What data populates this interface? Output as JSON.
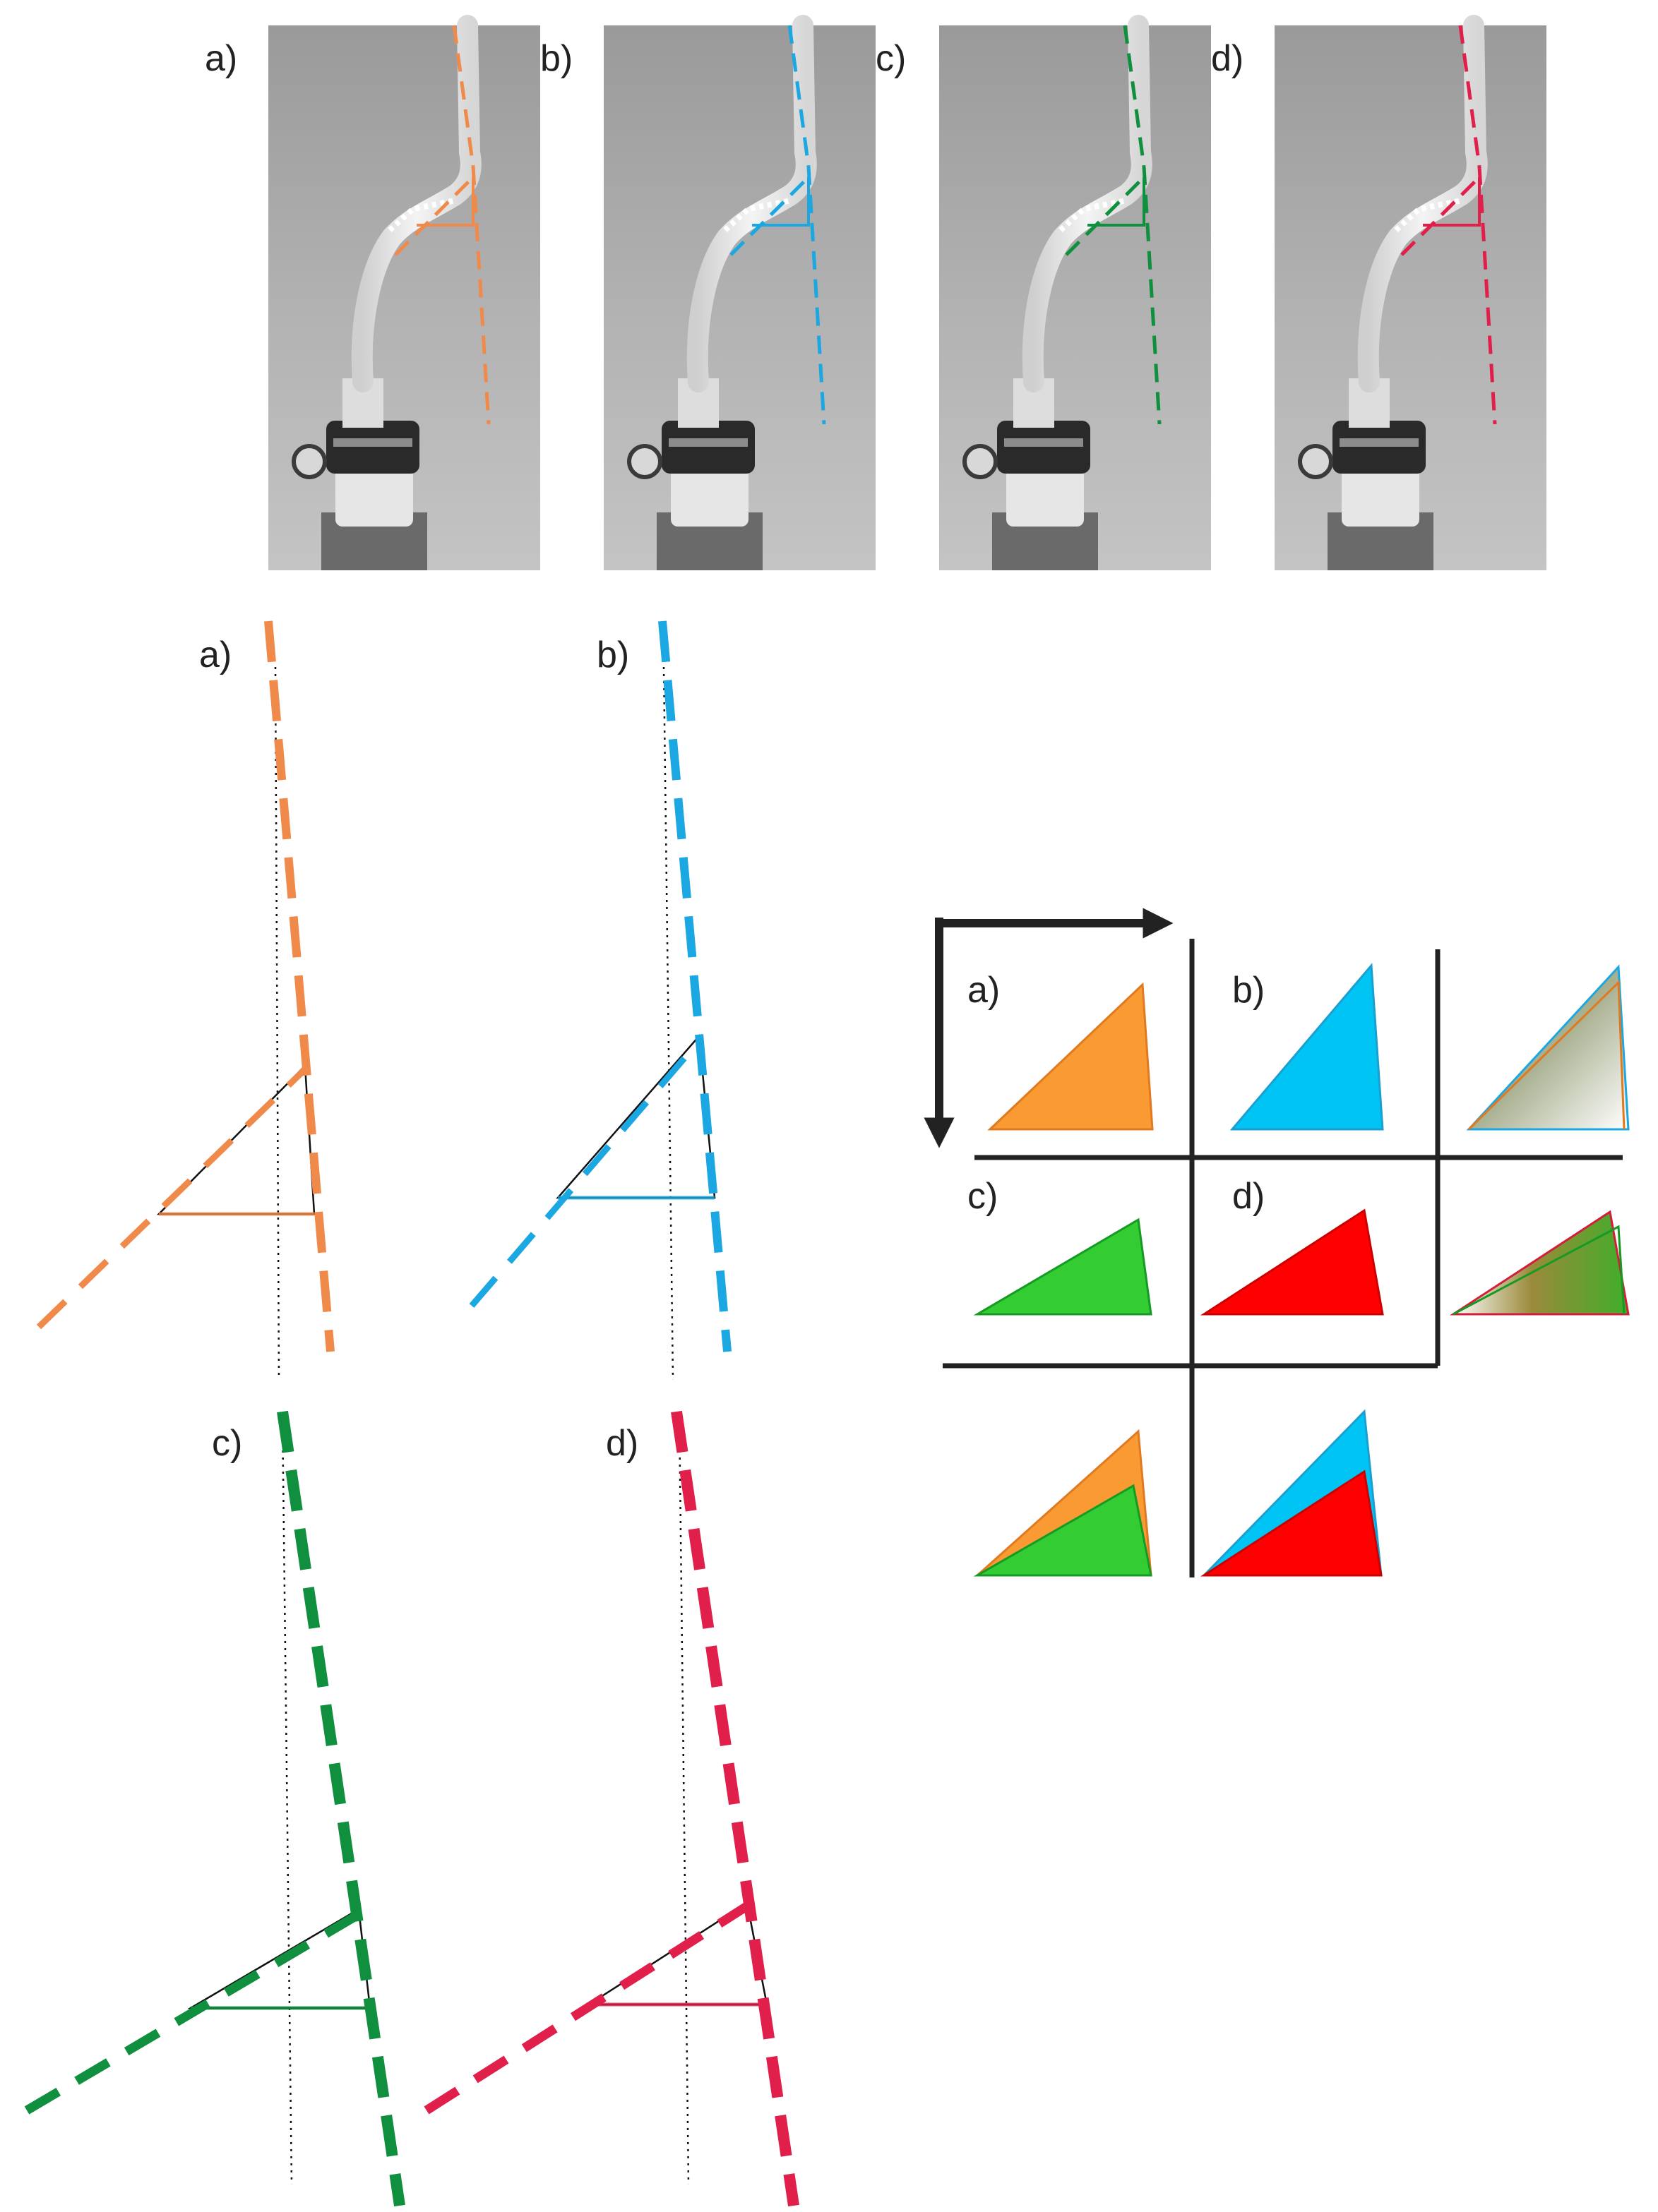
{
  "colors": {
    "a": "#f08a4b",
    "b": "#1ba7e1",
    "c": "#10903f",
    "d": "#e01f4a",
    "a_fill": "#f99a32",
    "b_fill": "#00c5f4",
    "c_fill": "#33cc33",
    "d_fill": "#ff0000",
    "arrow": "#222222",
    "grid": "#222222",
    "photo_bg": "#a4a4a4"
  },
  "photos": {
    "labels": [
      "a)",
      "b)",
      "c)",
      "d)"
    ]
  },
  "traces": {
    "labels": [
      "a)",
      "b)",
      "c)",
      "d)"
    ]
  },
  "matrix": {
    "labels": [
      "a)",
      "b)",
      "c)",
      "d)"
    ]
  }
}
